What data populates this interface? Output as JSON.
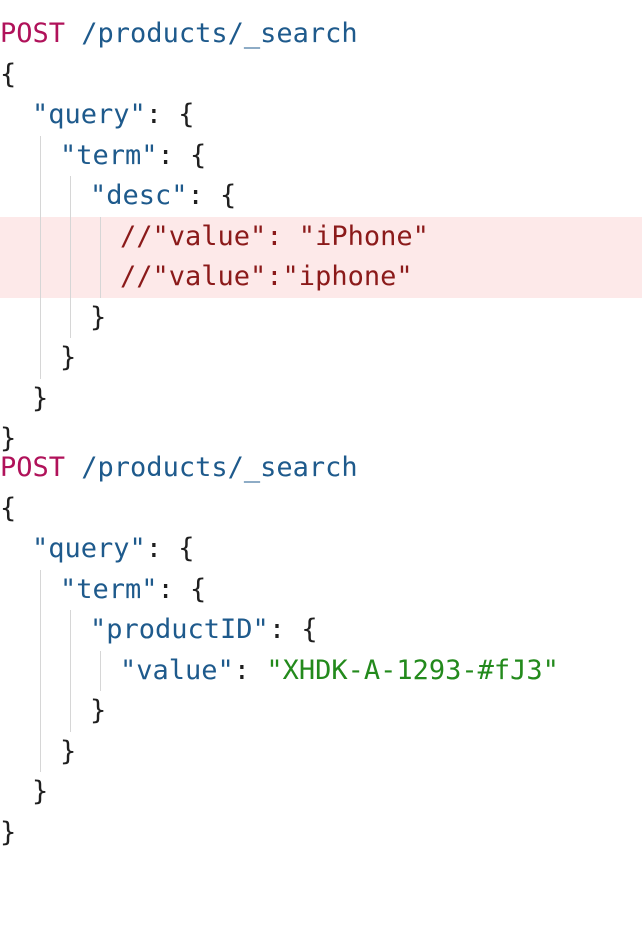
{
  "colors": {
    "method": "#b0125a",
    "key": "#1e5a8c",
    "string": "#238a1c",
    "comment": "#8b1a1a",
    "highlight": "#fde9e9"
  },
  "requests": [
    {
      "method": "POST",
      "path": " /products/_search",
      "open": "{",
      "query_key": "\"query\"",
      "query_tail": ": {",
      "term_key": "\"term\"",
      "term_tail": ": {",
      "field_key": "\"desc\"",
      "field_tail": ": {",
      "comment_lines": [
        "//\"value\": \"iPhone\"",
        "//\"value\":\"iphone\""
      ],
      "close4": "}",
      "close3": "}",
      "close2": "}",
      "close1": "}"
    },
    {
      "method": "POST",
      "path": " /products/_search",
      "open": "{",
      "query_key": "\"query\"",
      "query_tail": ": {",
      "term_key": "\"term\"",
      "term_tail": ": {",
      "field_key": "\"productID\"",
      "field_tail": ": {",
      "value_key": "\"value\"",
      "value_sep": ": ",
      "value_str": "\"XHDK-A-1293-#fJ3\"",
      "close4": "}",
      "close3": "}",
      "close2": "}",
      "close1": "}"
    }
  ]
}
